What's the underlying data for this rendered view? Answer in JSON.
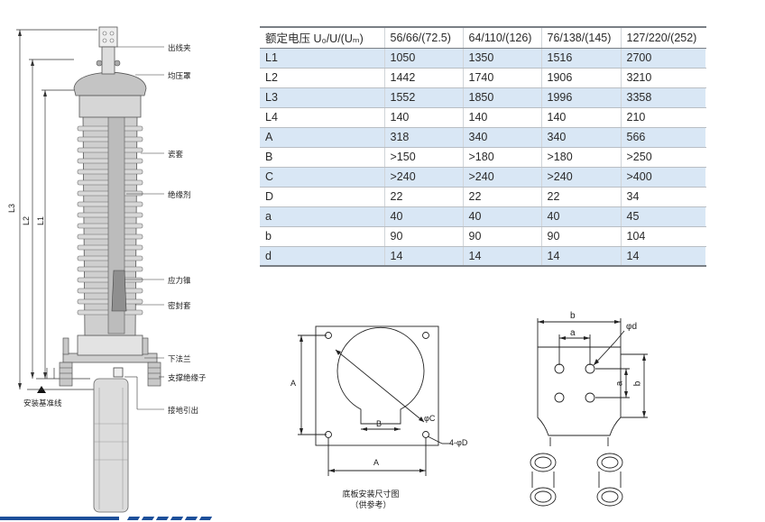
{
  "table": {
    "header": [
      "额定电压 U₀/U/(Uₘ)",
      "56/66/(72.5)",
      "64/110/(126)",
      "76/138/(145)",
      "127/220/(252)"
    ],
    "rows": [
      {
        "label": "L1",
        "values": [
          "1050",
          "1350",
          "1516",
          "2700"
        ],
        "shaded": true
      },
      {
        "label": "L2",
        "values": [
          "1442",
          "1740",
          "1906",
          "3210"
        ],
        "shaded": false
      },
      {
        "label": "L3",
        "values": [
          "1552",
          "1850",
          "1996",
          "3358"
        ],
        "shaded": true
      },
      {
        "label": "L4",
        "values": [
          "140",
          "140",
          "140",
          "210"
        ],
        "shaded": false
      },
      {
        "label": "A",
        "values": [
          "318",
          "340",
          "340",
          "566"
        ],
        "shaded": true
      },
      {
        "label": "B",
        "values": [
          ">150",
          ">180",
          ">180",
          ">250"
        ],
        "shaded": false
      },
      {
        "label": "C",
        "values": [
          ">240",
          ">240",
          ">240",
          ">400"
        ],
        "shaded": true
      },
      {
        "label": "D",
        "values": [
          "22",
          "22",
          "22",
          "34"
        ],
        "shaded": false
      },
      {
        "label": "a",
        "values": [
          "40",
          "40",
          "40",
          "45"
        ],
        "shaded": true
      },
      {
        "label": "b",
        "values": [
          "90",
          "90",
          "90",
          "104"
        ],
        "shaded": false
      },
      {
        "label": "d",
        "values": [
          "14",
          "14",
          "14",
          "14"
        ],
        "shaded": true
      }
    ]
  },
  "termination_labels": {
    "outlet_clamp": "出线夹",
    "grading_ring": "均压罩",
    "porcelain_sleeve": "瓷套",
    "insulant": "绝缘剂",
    "stress_cone": "应力锥",
    "sealing_sleeve": "密封套",
    "lower_flange": "下法兰",
    "support_insulator": "支撑绝缘子",
    "ground_lead": "接地引出",
    "install_datum": "安装基准线",
    "dim_l3": "L3",
    "dim_l2": "L2",
    "dim_l1": "L1"
  },
  "base_plate": {
    "dim_a_vertical": "A",
    "dim_a_horizontal": "A",
    "dim_b": "B",
    "dim_c": "φC",
    "dim_holes": "4-φD",
    "caption_line1": "底板安装尺寸图",
    "caption_line2": "（供参考）"
  },
  "terminal": {
    "dim_b_top": "b",
    "dim_a_top": "a",
    "dim_d": "φd",
    "dim_a_side": "a",
    "dim_b_side": "b"
  }
}
